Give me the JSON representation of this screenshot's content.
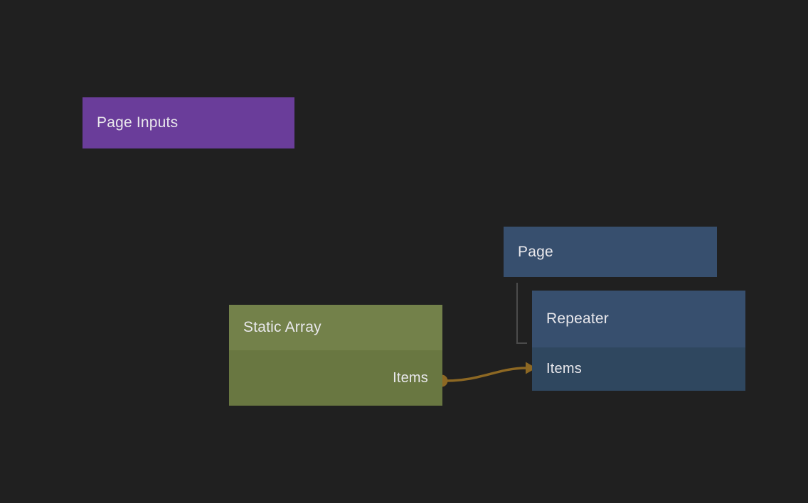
{
  "app": {
    "view": "flow-editor-canvas"
  },
  "colors": {
    "canvas-bg": "#202020",
    "node-purple": "#6a3d9a",
    "node-blue-header": "#374f6e",
    "node-blue-body": "#2f475f",
    "node-olive-header": "#73814a",
    "node-olive-body": "#697741",
    "edge-orange": "#8d6823",
    "edge-gray": "#4b4b4b",
    "text": "#e9e8ec"
  },
  "nodes": {
    "page_inputs": {
      "title": "Page Inputs"
    },
    "page": {
      "title": "Page"
    },
    "repeater": {
      "title": "Repeater",
      "input_port_label": "Items"
    },
    "static_array": {
      "title": "Static Array",
      "output_port_label": "Items"
    }
  },
  "edges": {
    "items_connection": {
      "from": "Static Array / Items",
      "to": "Repeater / Items",
      "color": "#8d6823"
    },
    "page_repeater_link": {
      "from": "Page",
      "to": "Repeater",
      "color": "#4b4b4b"
    }
  }
}
